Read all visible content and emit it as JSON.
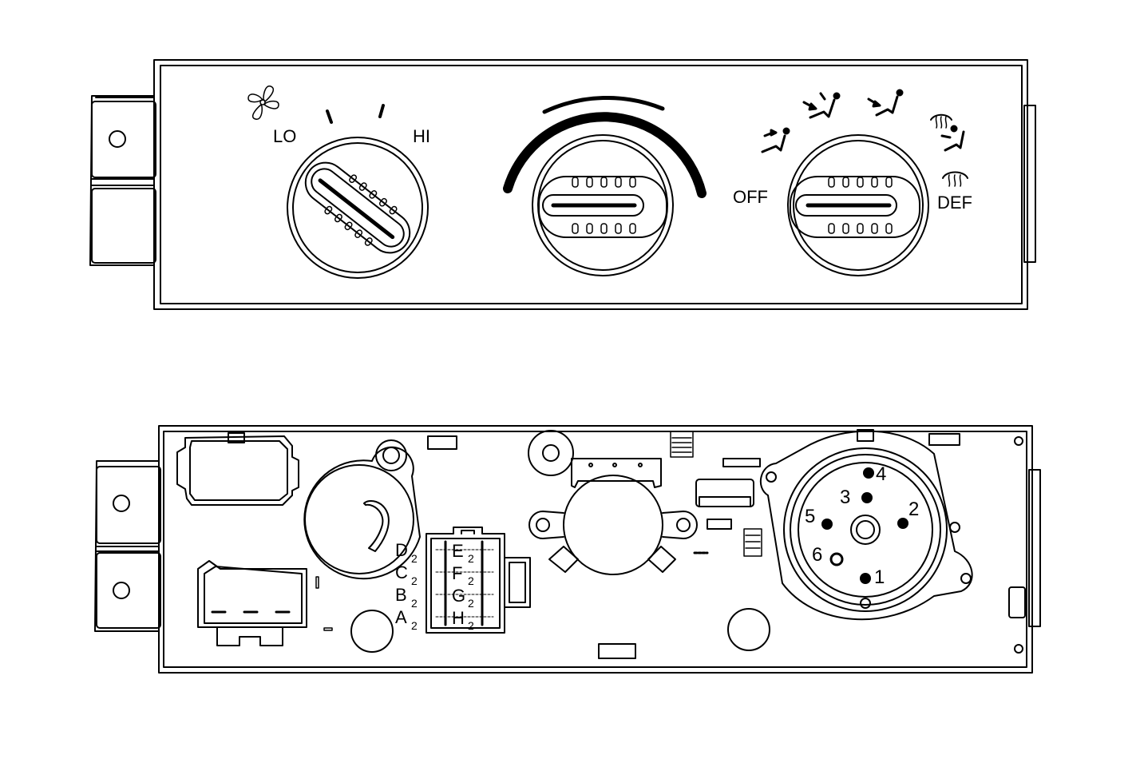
{
  "front_panel": {
    "fan_labels": {
      "low": "LO",
      "high": "HI"
    },
    "mode_labels": {
      "off": "OFF",
      "defrost": "DEF"
    },
    "icons": [
      "fan-icon",
      "vent-icon",
      "bi-level-icon",
      "floor-icon",
      "defog-icon",
      "defrost-icon"
    ]
  },
  "rear_panel": {
    "connector_left_labels": [
      "D",
      "C",
      "B",
      "A"
    ],
    "connector_right_labels": [
      "E",
      "F",
      "G",
      "H"
    ],
    "pin_subscript": "2",
    "switch_terminals": [
      "1",
      "2",
      "3",
      "4",
      "5",
      "6"
    ]
  },
  "colors": {
    "line": "#000000",
    "background": "#ffffff"
  }
}
